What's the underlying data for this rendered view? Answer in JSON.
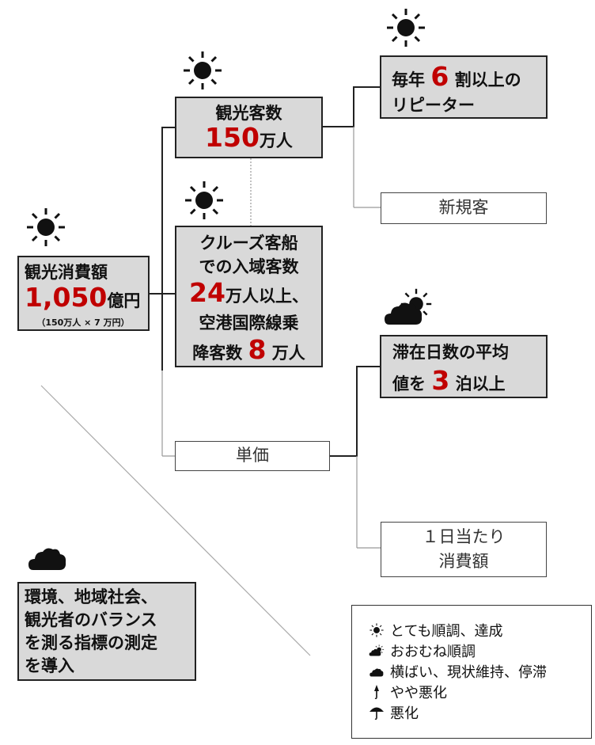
{
  "root": {
    "title": "観光消費額",
    "value": "1,050",
    "unit": "億円",
    "note": "（150万人 × 7 万円）",
    "status": "sun-icon"
  },
  "visitors": {
    "title": "観光客数",
    "value": "150",
    "unit": "万人",
    "status": "sun-icon"
  },
  "repeaters": {
    "prefix": "毎年",
    "value": "6",
    "suffix": "割以上の",
    "line2": "リピーター",
    "status": "sun-icon"
  },
  "new_customers": {
    "label": "新規客"
  },
  "cruise": {
    "line1": "クルーズ客船",
    "line2": "での入域客数",
    "value1": "24",
    "suffix1": "万人以上、",
    "line4": "空港国際線乗",
    "prefix5": "降客数",
    "value2": "8",
    "suffix2": "万人",
    "status": "sun-icon"
  },
  "unit_price": {
    "label": "単価"
  },
  "stay": {
    "line1": "滞在日数の平均",
    "prefix": "値を",
    "value": "3",
    "suffix": "泊以上",
    "status": "sun-cloud-icon"
  },
  "daily_spend": {
    "line1": "１日当たり",
    "line2": "消費額"
  },
  "indicator": {
    "lines": [
      "環境、地域社会、",
      "観光者のバランス",
      "を測る指標の測定",
      "を導入"
    ],
    "status": "cloud-icon"
  },
  "legend": [
    {
      "icon": "sun-icon",
      "label": "とても順調、達成"
    },
    {
      "icon": "sun-cloud-icon",
      "label": "おおむね順調"
    },
    {
      "icon": "cloud-icon",
      "label": "横ばい、現状維持、停滞"
    },
    {
      "icon": "closed-umbrella-icon",
      "label": "やや悪化"
    },
    {
      "icon": "umbrella-icon",
      "label": "悪化"
    }
  ],
  "colors": {
    "highlight": "#c00000",
    "box_fill": "#d9d9d9"
  }
}
